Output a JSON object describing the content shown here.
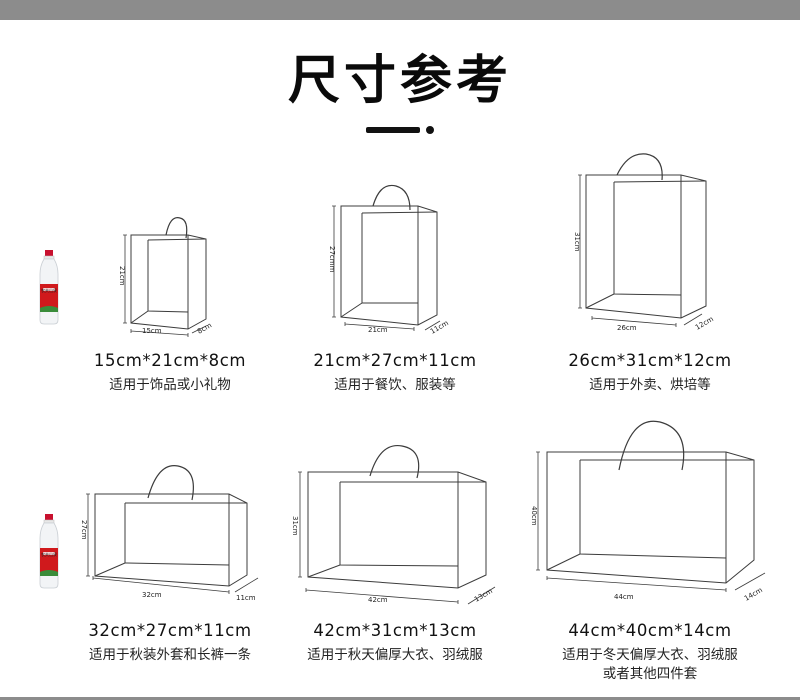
{
  "page": {
    "title": "尺寸参考"
  },
  "bottle_label": "农夫山泉",
  "bags": [
    {
      "size": "15cm*21cm*8cm",
      "usage": [
        "适用于饰品或小礼物"
      ],
      "dims": {
        "width": "15cm",
        "height": "21cm",
        "depth": "8cm"
      }
    },
    {
      "size": "21cm*27cm*11cm",
      "usage": [
        "适用于餐饮、服装等"
      ],
      "dims": {
        "width": "21cm",
        "height": "27cmm",
        "depth": "11cm"
      }
    },
    {
      "size": "26cm*31cm*12cm",
      "usage": [
        "适用于外卖、烘培等"
      ],
      "dims": {
        "width": "26cm",
        "height": "31cm",
        "depth": "12cm"
      }
    },
    {
      "size": "32cm*27cm*11cm",
      "usage": [
        "适用于秋装外套和长裤一条"
      ],
      "dims": {
        "width": "32cm",
        "height": "27cm",
        "depth": "11cm"
      }
    },
    {
      "size": "42cm*31cm*13cm",
      "usage": [
        "适用于秋天偏厚大衣、羽绒服"
      ],
      "dims": {
        "width": "42cm",
        "height": "31cm",
        "depth": "13cm"
      }
    },
    {
      "size": "44cm*40cm*14cm",
      "usage": [
        "适用于冬天偏厚大衣、羽绒服",
        "或者其他四件套"
      ],
      "dims": {
        "width": "44cm",
        "height": "40cm",
        "depth": "14cm"
      }
    }
  ]
}
